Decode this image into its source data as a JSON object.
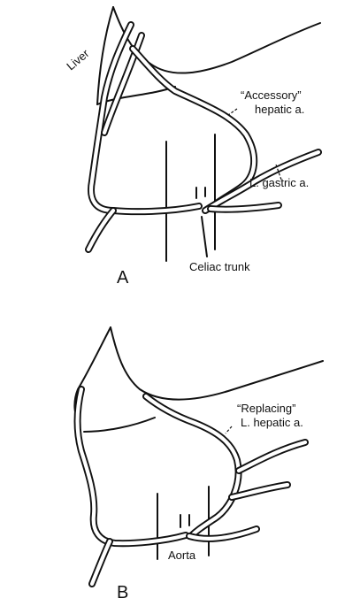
{
  "panel_a": {
    "label": "A",
    "liver_label": "Liver",
    "accessory_line1": "“Accessory”",
    "accessory_line2": "hepatic a.",
    "gastric_label": "L. gastric a.",
    "celiac_label": "Celiac trunk"
  },
  "panel_b": {
    "label": "B",
    "replacing_line1": "“Replacing”",
    "replacing_line2": "L. hepatic a.",
    "aorta_label": "Aorta"
  },
  "colors": {
    "ink": "#111111",
    "background": "#ffffff"
  }
}
